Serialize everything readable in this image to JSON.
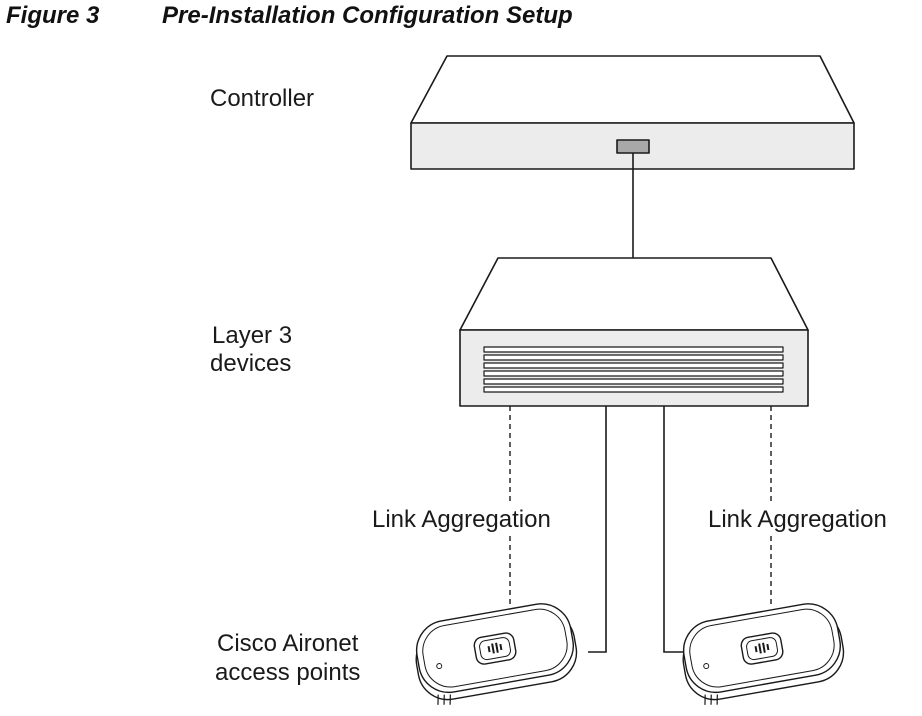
{
  "figure": {
    "label": "Figure 3",
    "title": "Pre-Installation Configuration Setup"
  },
  "labels": {
    "controller": "Controller",
    "layer3_line1": "Layer 3",
    "layer3_line2": "devices",
    "link_agg_left": "Link Aggregation",
    "link_agg_right": "Link Aggregation",
    "ap_line1": "Cisco Aironet",
    "ap_line2": "access points"
  }
}
